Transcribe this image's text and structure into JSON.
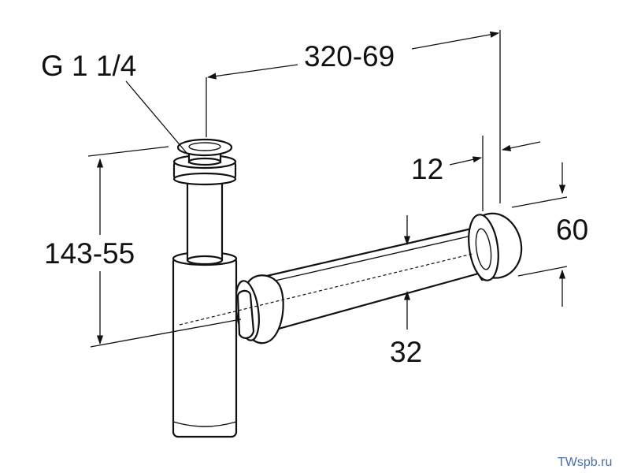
{
  "labels": {
    "thread": "G 1 1/4",
    "length": "320-69",
    "height": "143-55",
    "wall_gap": "12",
    "flange_diameter": "60",
    "pipe_diameter": "32"
  },
  "watermark": "TWspb.ru",
  "colors": {
    "line": "#111111",
    "watermark": "#4a6fa5",
    "background": "#ffffff"
  }
}
